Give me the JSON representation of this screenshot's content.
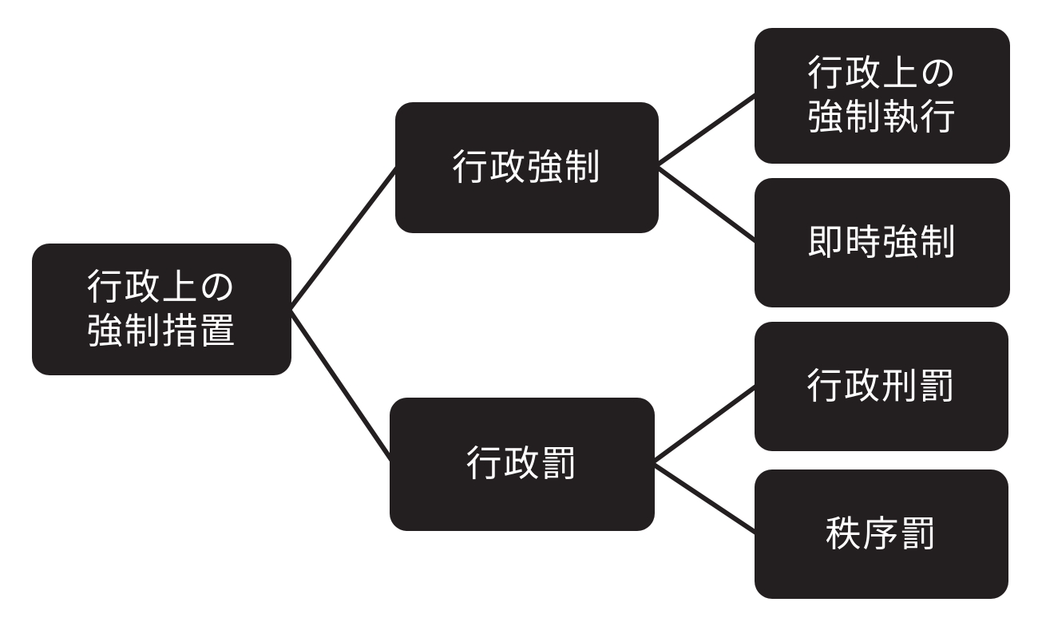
{
  "diagram": {
    "type": "tree-hierarchy",
    "orientation": "left-to-right",
    "colors": {
      "node_background": "#231f20",
      "node_text": "#ffffff",
      "edge": "#231f20",
      "page_background": "#ffffff"
    },
    "nodes": {
      "root": {
        "label": "行政上の\n強制措置"
      },
      "gyousei_kyousei": {
        "label": "行政強制"
      },
      "gyousei_batsu": {
        "label": "行政罰"
      },
      "kyousei_shikkou": {
        "label": "行政上の\n強制執行"
      },
      "sokuji_kyousei": {
        "label": "即時強制"
      },
      "gyousei_keibatsu": {
        "label": "行政刑罰"
      },
      "chitsujo_batsu": {
        "label": "秩序罰"
      }
    },
    "edges": [
      {
        "from": "root",
        "to": "gyousei_kyousei"
      },
      {
        "from": "root",
        "to": "gyousei_batsu"
      },
      {
        "from": "gyousei_kyousei",
        "to": "kyousei_shikkou"
      },
      {
        "from": "gyousei_kyousei",
        "to": "sokuji_kyousei"
      },
      {
        "from": "gyousei_batsu",
        "to": "gyousei_keibatsu"
      },
      {
        "from": "gyousei_batsu",
        "to": "chitsujo_batsu"
      }
    ]
  }
}
